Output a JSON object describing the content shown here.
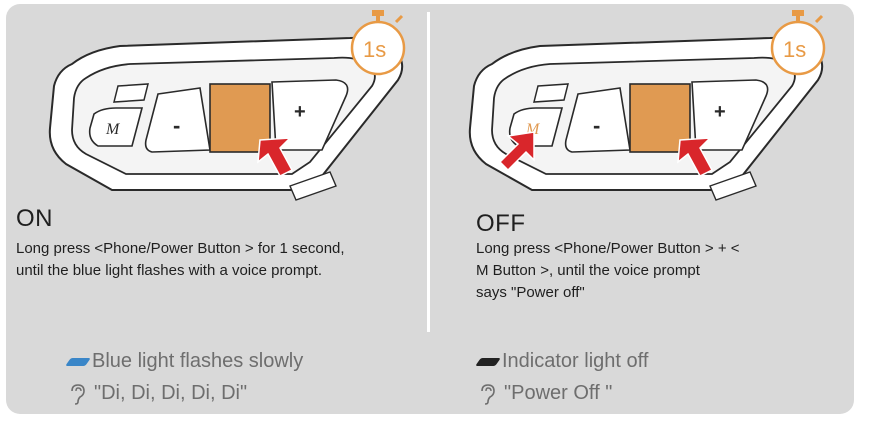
{
  "colors": {
    "card_background": "#d9d9d9",
    "phone_button": "#e09a52",
    "arrow": "#d9262b",
    "timer": "#e89a45",
    "blue_light": "#3a86c8",
    "light_off": "#222222",
    "text_dark": "#1f1f1f",
    "text_gray": "#6e6e6e"
  },
  "device": {
    "minus_label": "-",
    "plus_label": "+",
    "m_label": "M",
    "timer_label": "1s"
  },
  "panels": [
    {
      "id": "on",
      "title": "ON",
      "description": "Long press <Phone/Power Button > for 1 second,\nuntil the blue light flashes with a voice prompt.",
      "light_status": "Blue light flashes slowly",
      "light_color": "#3a86c8",
      "voice_prompt": "\"Di, Di, Di, Di, Di\""
    },
    {
      "id": "off",
      "title": "OFF",
      "description": "Long press <Phone/Power Button > + <\nM Button >, until the voice prompt\nsays \"Power off\"",
      "light_status": "Indicator light off",
      "light_color": "#222222",
      "voice_prompt": "\"Power Off \""
    }
  ]
}
